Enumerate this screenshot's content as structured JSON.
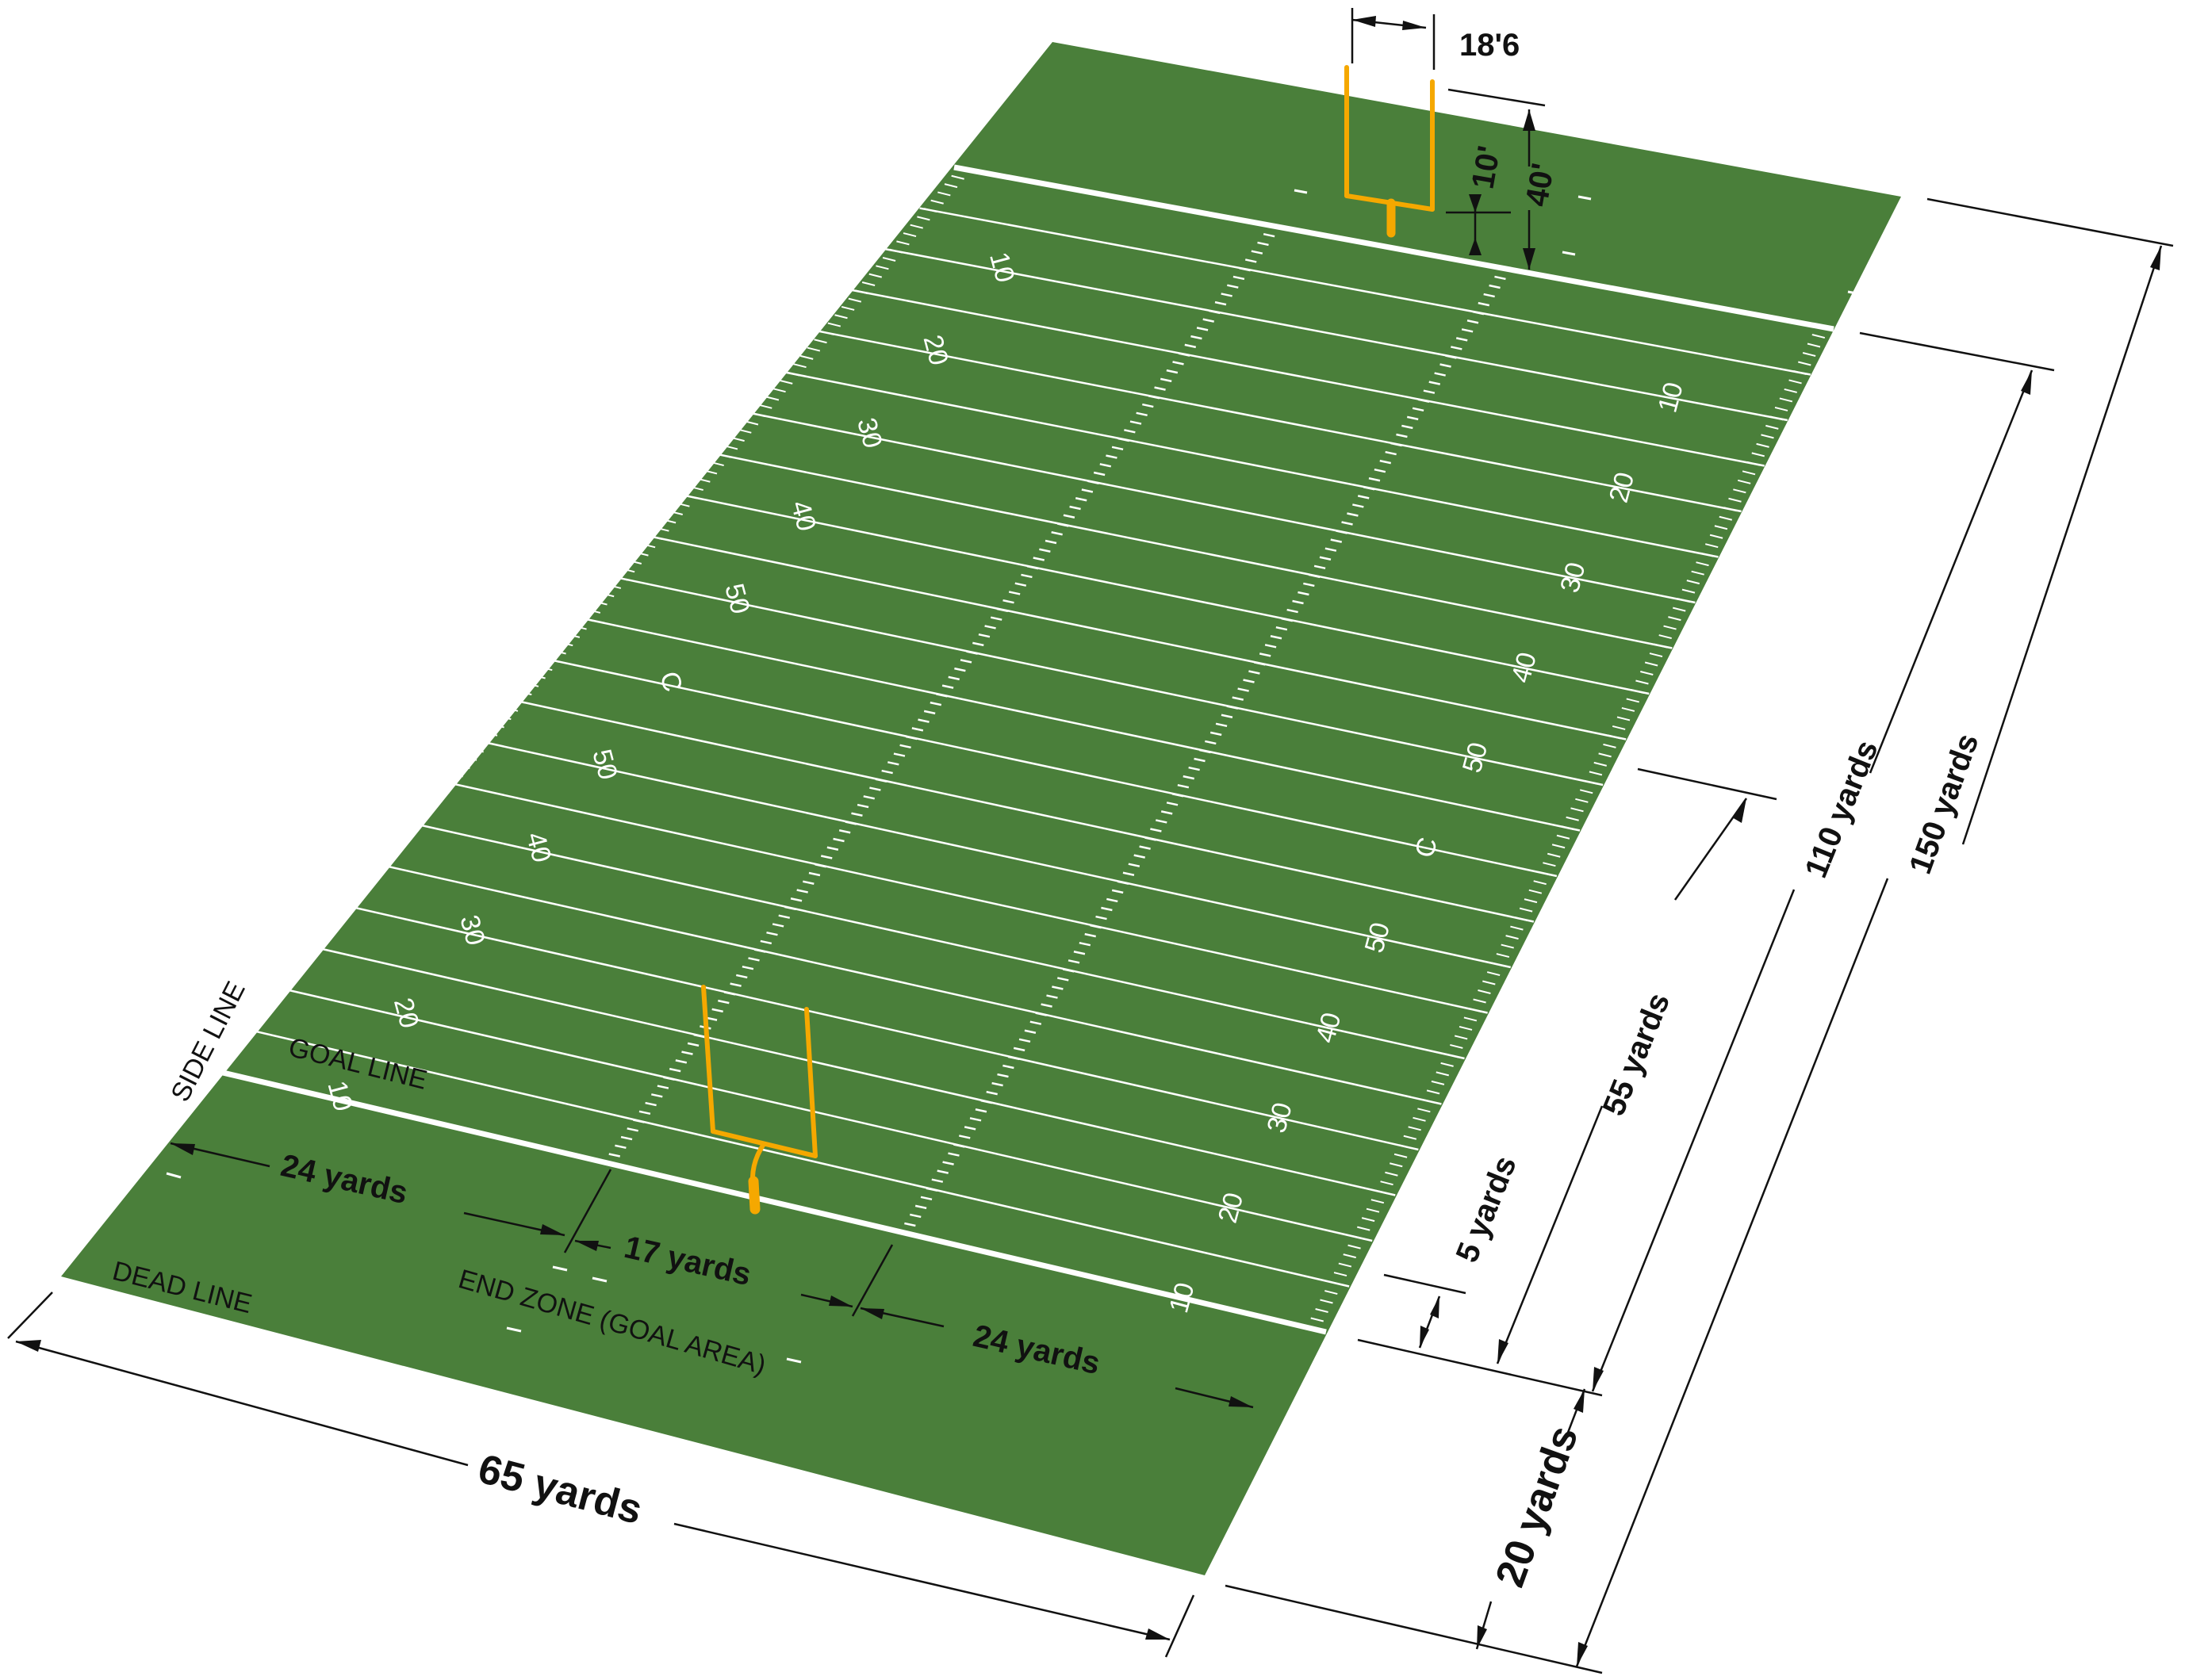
{
  "colors": {
    "field": "#4a7f3a",
    "lines": "#ffffff",
    "goalpost": "#f5a800",
    "dimension": "#111111"
  },
  "labels": {
    "side_line": "SIDE LINE",
    "goal_line": "GOAL LINE",
    "dead_line": "DEAD LINE",
    "end_zone": "END ZONE (GOAL AREA)"
  },
  "dimensions": {
    "field_width": "65  yards",
    "left_hash": "24  yards",
    "between_hashes": "17  yards",
    "right_hash": "24  yards",
    "end_zone_depth": "20  yards",
    "field_length": "110  yards",
    "total_length": "150  yards",
    "half_field": "55  yards",
    "five_yards": "5  yards",
    "post_width": "18'6",
    "post_height": "40'",
    "crossbar_height": "10'"
  },
  "field_numbers": {
    "left_side": [
      "10",
      "20",
      "30",
      "40",
      "50",
      "C",
      "50",
      "40",
      "30",
      "20",
      "10"
    ],
    "right_side": [
      "10",
      "20",
      "30",
      "40",
      "50",
      "C",
      "50",
      "40",
      "30",
      "20",
      "10"
    ]
  }
}
